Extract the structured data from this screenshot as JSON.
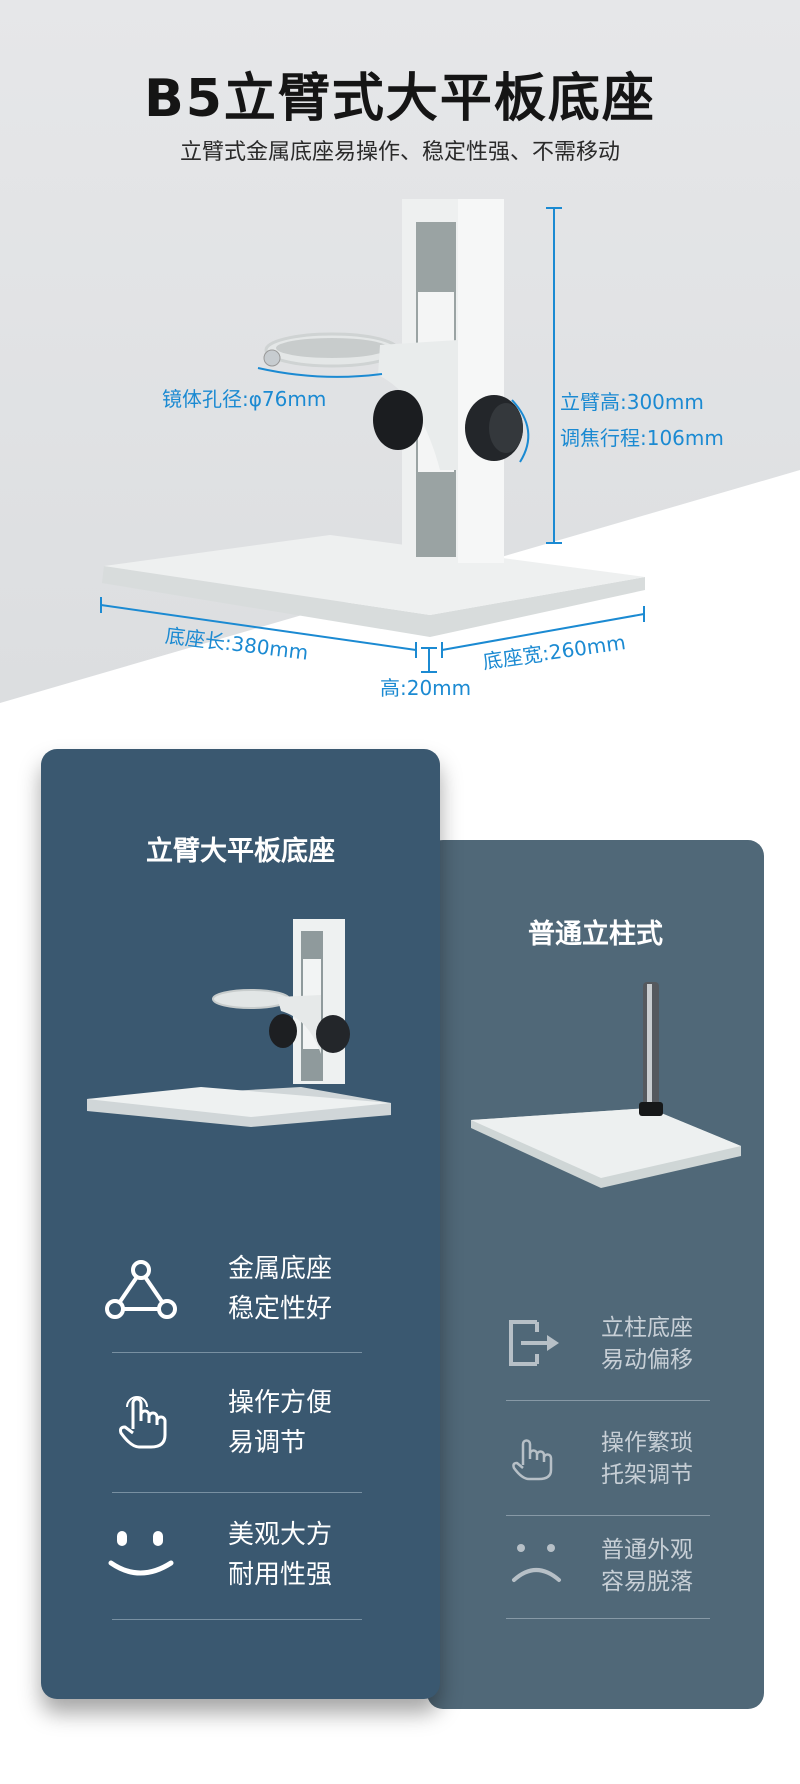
{
  "header": {
    "title": "B5立臂式大平板底座",
    "subtitle": "立臂式金属底座易操作、稳定性强、不需移动"
  },
  "dimensions": {
    "lens_hole": "镜体孔径:φ76mm",
    "arm_height": "立臂高:300mm",
    "focus_travel": "调焦行程:106mm",
    "base_length": "底座长:380mm",
    "base_width": "底座宽:260mm",
    "base_height": "高:20mm"
  },
  "colors": {
    "accent": "#1b8ad2",
    "card_left": "#3a5870",
    "card_right": "#506878"
  },
  "comparison": {
    "left": {
      "title": "立臂大平板底座",
      "features": [
        {
          "icon": "triangle-nodes-icon",
          "line1": "金属底座",
          "line2": "稳定性好"
        },
        {
          "icon": "hand-pointer-icon",
          "line1": "操作方便",
          "line2": "易调节"
        },
        {
          "icon": "smile-face-icon",
          "line1": "美观大方",
          "line2": "耐用性强"
        }
      ]
    },
    "right": {
      "title": "普通立柱式",
      "features": [
        {
          "icon": "exit-arrow-icon",
          "line1": "立柱底座",
          "line2": "易动偏移"
        },
        {
          "icon": "hand-pointer-icon",
          "line1": "操作繁琐",
          "line2": "托架调节"
        },
        {
          "icon": "sad-face-icon",
          "line1": "普通外观",
          "line2": "容易脱落"
        }
      ]
    }
  }
}
